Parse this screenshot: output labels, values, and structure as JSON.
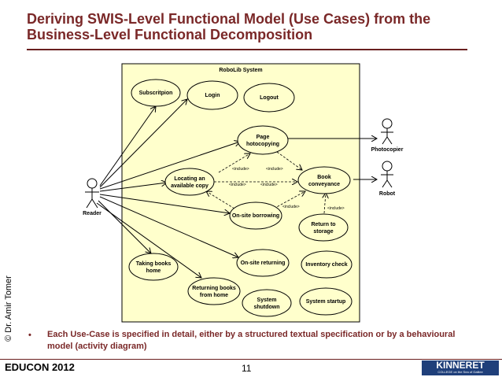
{
  "slide": {
    "title_line1": "Deriving SWIS-Level Functional Model (Use Cases) from the",
    "title_line2": "Business-Level Functional Decomposition",
    "side_credit": "© Dr. Amir Tomer",
    "bullet": "•",
    "bullet_text": "Each Use-Case is specified in detail, either by a structured textual specification or by a behavioural model (activity diagram)",
    "footer_left": "EDUCON 2012",
    "page_number": "11",
    "logo_text": "KINNERET",
    "logo_subtext": "COLLEGE on the Sea of Galilee"
  },
  "diagram": {
    "system_label": "RoboLib System",
    "colors": {
      "system_fill": "#ffffcc",
      "ellipse_fill": "#ffffcc",
      "line": "#000000",
      "title": "#7a2828"
    },
    "actors": {
      "reader": "Reader",
      "photocopier": "Photocopier",
      "robot": "Robot"
    },
    "use_cases": {
      "subscription": "Subscritpion",
      "login": "Login",
      "logout": "Logout",
      "page_hotocopying_1": "Page",
      "page_hotocopying_2": "hotocopying",
      "locating_1": "Locating an",
      "locating_2": "available copy",
      "book_conveyance_1": "Book",
      "book_conveyance_2": "conveyance",
      "onsite_borrowing": "On-site borrowing",
      "return_storage_1": "Return to",
      "return_storage_2": "storage",
      "taking_books_1": "Taking books",
      "taking_books_2": "home",
      "onsite_returning": "On-site returning",
      "inventory_check": "Inventory check",
      "returning_books_1": "Returning books",
      "returning_books_2": "from home",
      "system_shutdown_1": "System",
      "system_shutdown_2": "shutdown",
      "system_startup": "System startup"
    },
    "include_label": "<include>"
  }
}
